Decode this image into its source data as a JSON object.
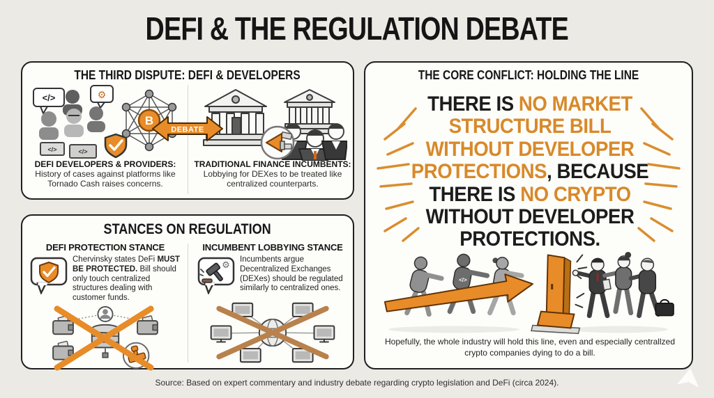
{
  "page": {
    "title": "DEFI & THE REGULATION DEBATE",
    "source": "Source: Based on expert commentary and industry debate regarding crypto legislation and DeFi (circa 2024).",
    "colors": {
      "background": "#ECEAE5",
      "panel_bg": "#FDFDFA",
      "border_black": "#1F1F1F",
      "accent_orange": "#E78C28",
      "statement_orange": "#D8892A"
    }
  },
  "glyphs": {
    "code": "</>",
    "gear": "⚙",
    "bitcoin": "B"
  },
  "third_dispute": {
    "header": "THE THIRD DISPUTE: DEFI & DEVELOPERS",
    "debate_label": "DEBATE",
    "defi_side": {
      "heading": "DEFI DEVELOPERS & PROVIDERS:",
      "body": "History of cases against platforms like Tornado Cash raises concerns."
    },
    "tradfi_side": {
      "heading": "TRADITIONAL FINANCE INCUMBENTS:",
      "body": "Lobbying for DEXes to be treated like centralized counterparts."
    }
  },
  "stances": {
    "header": "STANCES ON REGULATION",
    "defi_protection": {
      "heading": "DEFI PROTECTION STANCE",
      "body_segments": [
        {
          "text": "Chervinsky states DeFi ",
          "style": "normal"
        },
        {
          "text": "MUST BE PROTECTED.",
          "style": "bold"
        },
        {
          "text": " Bill should only touch centralized structures dealing with customer funds.",
          "style": "normal"
        }
      ]
    },
    "incumbent_lobbying": {
      "heading": "INCUMBENT LOBBYING STANCE",
      "body": "Incumbents argue Decentralized Exchanges (DEXes) should be regulated similarly to centralized ones."
    }
  },
  "core_conflict": {
    "header": "THE CORE CONFLICT: HOLDING THE LINE",
    "statement_segments": [
      {
        "text": "THERE IS ",
        "style": "black"
      },
      {
        "text": "NO MARKET",
        "style": "orange"
      },
      {
        "br": true
      },
      {
        "text": "STRUCTURE BILL",
        "style": "orange"
      },
      {
        "br": true
      },
      {
        "text": "WITHOUT DEVELOPER",
        "style": "orange"
      },
      {
        "br": true
      },
      {
        "text": "PROTECTIONS",
        "style": "orange"
      },
      {
        "text": ", BECAUSE",
        "style": "black"
      },
      {
        "br": true
      },
      {
        "text": "THERE IS ",
        "style": "black"
      },
      {
        "text": "NO CRYPTO",
        "style": "orange"
      },
      {
        "br": true
      },
      {
        "text": "WITHOUT DEVELOPER",
        "style": "black"
      },
      {
        "br": true
      },
      {
        "text": "PROTECTIONS.",
        "style": "black"
      }
    ],
    "caption": "Hopefully, the whole industry will hold this line, even and especially centrallzed crypto companies dying to do a bill."
  }
}
